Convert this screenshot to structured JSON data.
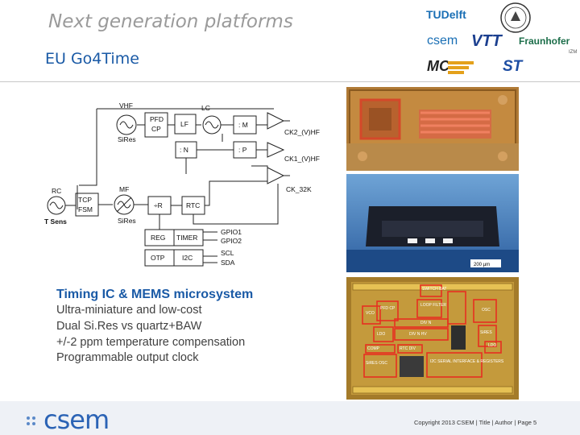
{
  "slide": {
    "title": "Next generation platforms",
    "subtitle": "EU Go4Time"
  },
  "logos": {
    "tudelft": "TUDelft",
    "csem_small": "csem",
    "vtt": "VTT",
    "fraunhofer": "Fraunhofer",
    "fraunhofer_sub": "IZM",
    "mc": "MC",
    "st": "ST"
  },
  "diagram": {
    "vhf": "VHF",
    "pfd": "PFD",
    "cp": "CP",
    "lf": "LF",
    "lc": "LC",
    "div_m": ": M",
    "div_n": ": N",
    "div_p": ": P",
    "sires_top": "SiRes",
    "ck2": "CK2_(V)HF",
    "ck1": "CK1_(V)HF",
    "rc": "RC",
    "tcp": "TCP",
    "fsm": "FSM",
    "t_sens": "T Sens",
    "mf": "MF",
    "sires_bottom": "SiRes",
    "div_r": "÷R",
    "rtc": "RTC",
    "ck32k": "CK_32K",
    "reg": "REG",
    "timer": "TIMER",
    "otp": "OTP",
    "i2c": "I2C",
    "gpio1": "GPIO1",
    "gpio2": "GPIO2",
    "scl": "SCL",
    "sda": "SDA"
  },
  "caption": {
    "title": "Timing IC & MEMS microsystem",
    "bullets": [
      "Ultra-miniature and low-cost",
      "Dual Si.Res vs quartz+BAW",
      "+/-2 ppm temperature compensation",
      "Programmable output clock"
    ]
  },
  "photos": {
    "scale_label": "200 µm",
    "die_labels": {
      "switch_bat": "SWITCH BAT",
      "loop_filter": "LOOP FILTER",
      "pfd_cp": "PFD CP",
      "vco": "VCO",
      "div_n": "DIV N",
      "div_n_hv": "DIV N HV",
      "ldo": "LDO",
      "ldo2": "LDO",
      "rtc_div": "RTC DIV",
      "sires_osc": "SiRES OSC",
      "i2c_serial": "I2C SERIAL INTERFACE & REGISTERS",
      "osc": "OSC",
      "sires": "SiRES",
      "comp": "COMP"
    }
  },
  "footer": {
    "brand": "csem",
    "text": "Copyright 2013 CSEM   |  Title  |  Author  |  Page 5"
  }
}
